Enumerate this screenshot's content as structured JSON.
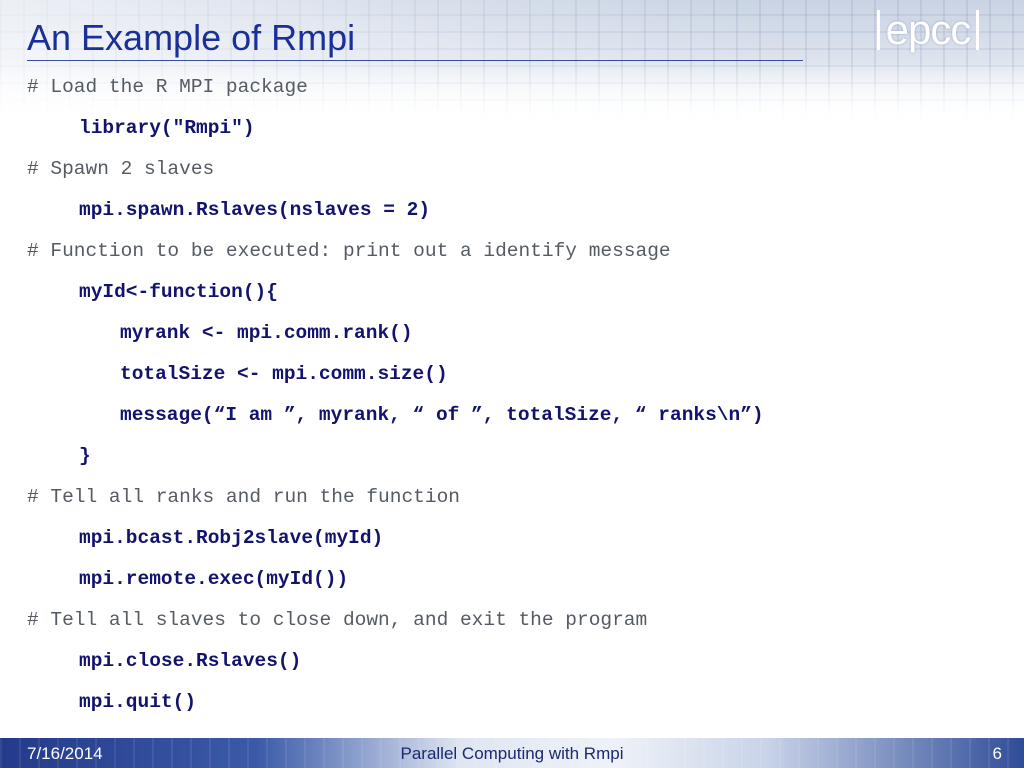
{
  "header": {
    "title": "An Example of Rmpi",
    "logo_text": "epcc"
  },
  "code_lines": [
    {
      "text": "# Load the R MPI package",
      "kind": "comment"
    },
    {
      "text": "library(\"Rmpi\")",
      "kind": "code"
    },
    {
      "text": "# Spawn 2 slaves",
      "kind": "comment"
    },
    {
      "text": "mpi.spawn.Rslaves(nslaves = 2)",
      "kind": "code"
    },
    {
      "text": "# Function to be executed: print out a identify message",
      "kind": "comment"
    },
    {
      "text": "myId<-function(){",
      "kind": "code"
    },
    {
      "text": "myrank <- mpi.comm.rank()",
      "kind": "code"
    },
    {
      "text": "totalSize <- mpi.comm.size()",
      "kind": "code"
    },
    {
      "text": "message(“I am ”, myrank, “ of ”, totalSize, “ ranks\\n”)",
      "kind": "code"
    },
    {
      "text": "}",
      "kind": "code"
    },
    {
      "text": "# Tell all ranks and run the function",
      "kind": "comment"
    },
    {
      "text": "mpi.bcast.Robj2slave(myId)",
      "kind": "code"
    },
    {
      "text": "mpi.remote.exec(myId())",
      "kind": "code"
    },
    {
      "text": "# Tell all slaves to close down, and exit the program",
      "kind": "comment"
    },
    {
      "text": "mpi.close.Rslaves()",
      "kind": "code"
    },
    {
      "text": "mpi.quit()",
      "kind": "code"
    }
  ],
  "footer": {
    "date": "7/16/2014",
    "title": "Parallel Computing with Rmpi",
    "page": "6"
  },
  "colors": {
    "title": "#1a2f9a",
    "code": "#13136e",
    "comment": "#555b63",
    "footer_dark": "#243a8a"
  }
}
